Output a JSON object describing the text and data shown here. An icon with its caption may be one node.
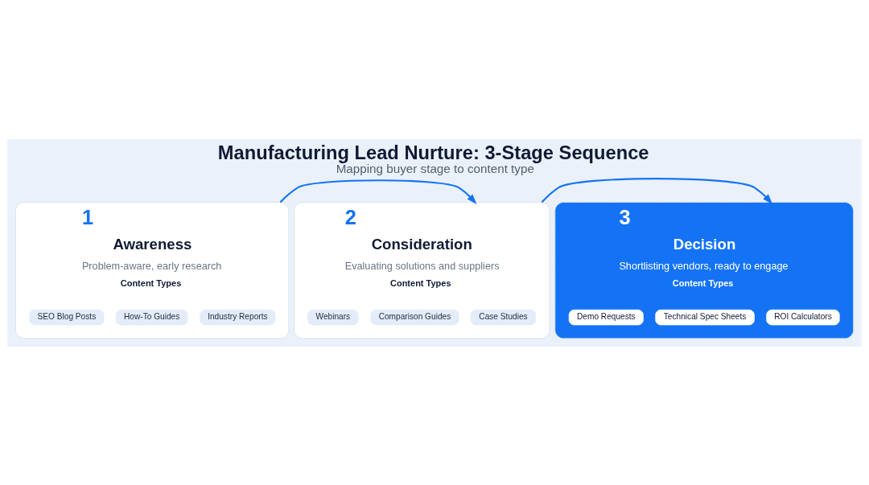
{
  "diagram": {
    "title": "Manufacturing Lead Nurture: 3-Stage Sequence",
    "caption": "Mapping buyer stage to content type",
    "nodes": [
      {
        "text": [
          "1",
          "Awareness",
          "Problem-aware, early research",
          "Content Types"
        ]
      },
      {
        "text": [
          "Industry Reports"
        ],
        "in": 0
      },
      {
        "text": [
          "How-To Guides"
        ],
        "in": 0
      },
      {
        "text": [
          "SEO Blog Posts"
        ],
        "in": 0
      },
      {
        "text": [
          "2",
          "Consideration",
          "Evaluating solutions and suppliers",
          "Content Types"
        ]
      },
      {
        "text": [
          "Case Studies"
        ],
        "in": 4
      },
      {
        "text": [
          "Comparison Guides"
        ],
        "in": 4
      },
      {
        "text": [
          "Webinars"
        ],
        "in": 4
      },
      {
        "text": [
          "3",
          "Decision",
          "Shortlisting vendors, ready to engage",
          "Content Types"
        ]
      },
      {
        "text": [
          "ROI Calculators"
        ],
        "in": 8
      },
      {
        "text": [
          "Technical Spec Sheets"
        ],
        "in": 8
      },
      {
        "text": [
          "Demo Requests"
        ],
        "in": 8
      }
    ],
    "edges": [
      {
        "from": 0,
        "to": 4,
        "arrow": "to"
      },
      {
        "from": 4,
        "to": 8,
        "arrow": "to"
      }
    ]
  }
}
